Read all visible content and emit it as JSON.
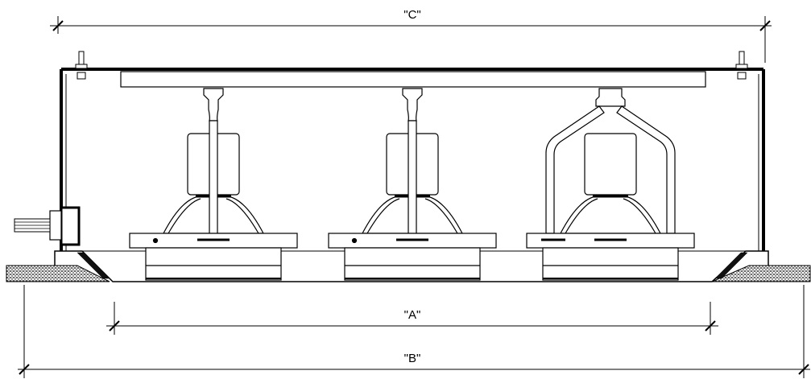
{
  "dimensions": {
    "c_label": "\"C\"",
    "a_label": "\"A\"",
    "b_label": "\"B\""
  },
  "fixtures": [
    {
      "id": "fixture-1",
      "mount": "stem"
    },
    {
      "id": "fixture-2",
      "mount": "stem"
    },
    {
      "id": "fixture-3",
      "mount": "yoke"
    }
  ],
  "colors": {
    "line": "#000000",
    "ceiling_hatch": "#2a2a2a"
  }
}
